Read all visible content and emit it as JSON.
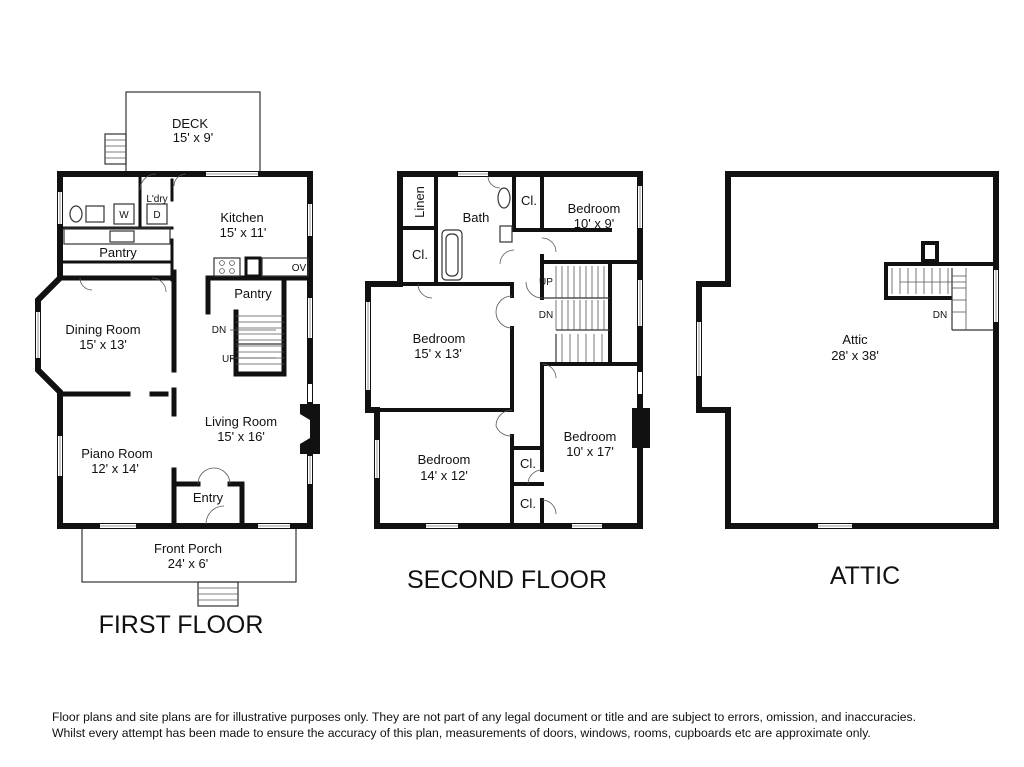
{
  "floors": [
    {
      "title": "FIRST FLOOR",
      "rooms": [
        {
          "name": "DECK",
          "size": "15' x 9'"
        },
        {
          "name": "L'dry",
          "size": ""
        },
        {
          "name": "Kitchen",
          "size": "15' x 11'"
        },
        {
          "name": "Pantry",
          "size": ""
        },
        {
          "name": "Pantry",
          "size": ""
        },
        {
          "name": "Dining Room",
          "size": "15' x 13'"
        },
        {
          "name": "Living Room",
          "size": "15' x 16'"
        },
        {
          "name": "Piano Room",
          "size": "12' x 14'"
        },
        {
          "name": "Entry",
          "size": ""
        },
        {
          "name": "Front Porch",
          "size": "24' x 6'"
        }
      ],
      "marks": [
        "W",
        "D",
        "OV",
        "DN",
        "UP"
      ]
    },
    {
      "title": "SECOND FLOOR",
      "rooms": [
        {
          "name": "Linen",
          "size": ""
        },
        {
          "name": "Bath",
          "size": ""
        },
        {
          "name": "Cl.",
          "size": ""
        },
        {
          "name": "Bedroom",
          "size": "10' x 9'"
        },
        {
          "name": "Cl.",
          "size": ""
        },
        {
          "name": "Bedroom",
          "size": "15' x 13'"
        },
        {
          "name": "Bedroom",
          "size": "14' x 12'"
        },
        {
          "name": "Cl.",
          "size": ""
        },
        {
          "name": "Cl.",
          "size": ""
        },
        {
          "name": "Bedroom",
          "size": "10' x 17'"
        }
      ],
      "marks": [
        "UP",
        "DN"
      ]
    },
    {
      "title": "ATTIC",
      "rooms": [
        {
          "name": "Attic",
          "size": "28' x 38'"
        }
      ],
      "marks": [
        "DN"
      ]
    }
  ],
  "disclaimer": [
    "Floor plans and site plans are for illustrative purposes only. They are not part of any legal document or title and are subject to errors, omission, and inaccuracies.",
    "Whilst every attempt has been made to ensure the accuracy of this plan, measurements of doors, windows, rooms, cupboards etc are approximate only."
  ]
}
